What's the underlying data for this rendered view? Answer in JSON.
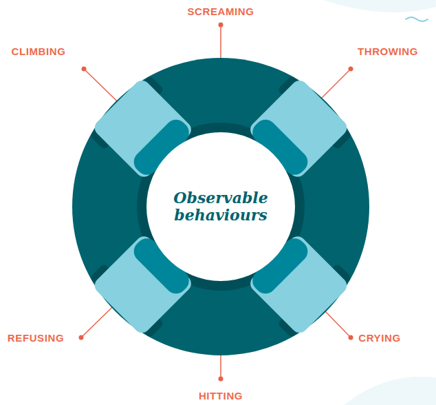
{
  "diagram": {
    "nodes": [
      {
        "text": [
          "Observable behaviours"
        ]
      }
    ],
    "labels": [
      "SCREAMING",
      "THROWING",
      "CRYING",
      "HITTING",
      "REFUSING",
      "CLIMBING"
    ]
  }
}
